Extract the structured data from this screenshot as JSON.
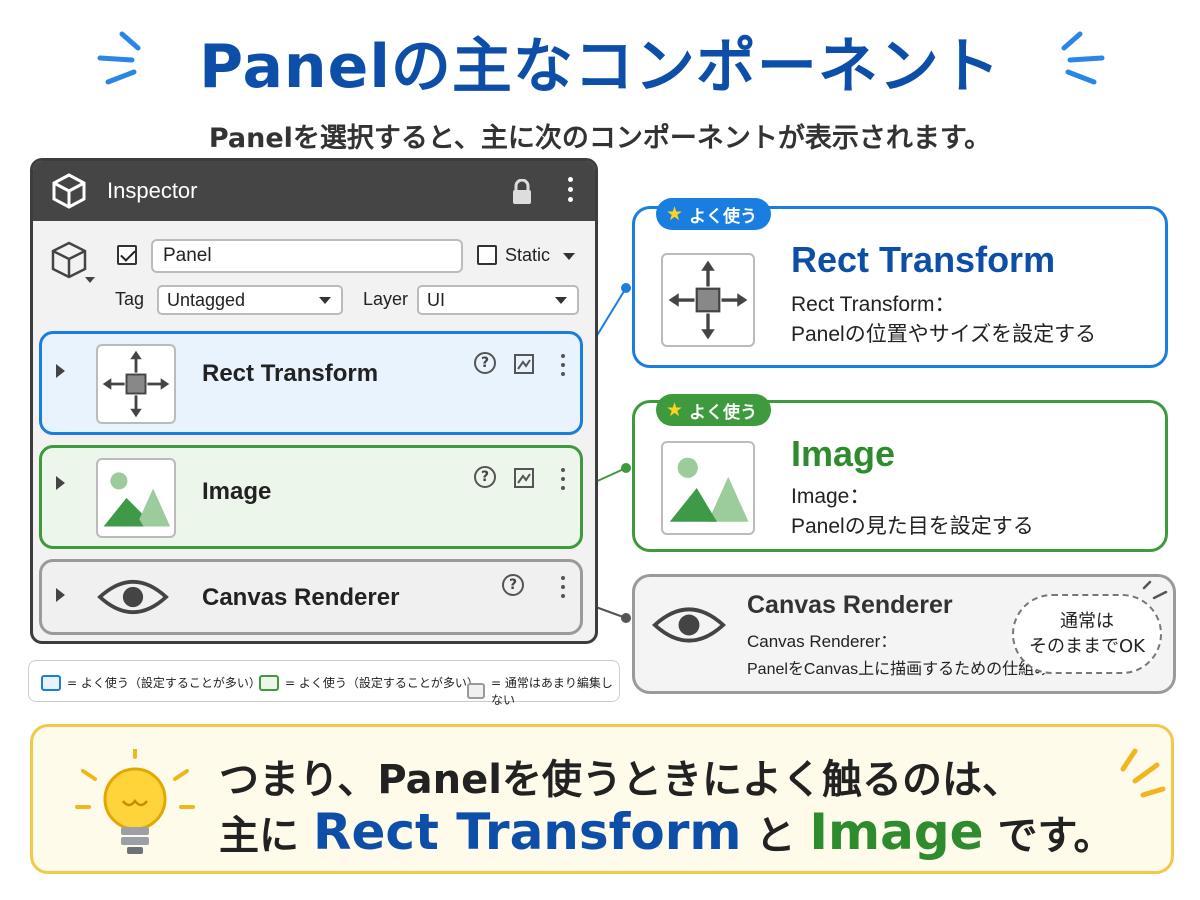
{
  "header": {
    "title": "Panelの主なコンポーネント",
    "subtitle": "Panelを選択すると、主に次のコンポーネントが表示されます。"
  },
  "inspector": {
    "title": "Inspector",
    "object_name": "Panel",
    "active_checked": true,
    "static_label": "Static",
    "static_checked": false,
    "tag_label": "Tag",
    "tag_value": "Untagged",
    "layer_label": "Layer",
    "layer_value": "UI",
    "components": [
      {
        "name": "Rect Transform"
      },
      {
        "name": "Image"
      },
      {
        "name": "Canvas Renderer"
      }
    ],
    "help_glyph": "?"
  },
  "legend": {
    "blue": "= よく使う（設定することが多い）",
    "green": "= よく使う（設定することが多い）",
    "gray": "= 通常はあまり編集しない"
  },
  "callouts": {
    "rect": {
      "badge": "よく使う",
      "title": "Rect Transform",
      "desc_line1": "Rect Transform：",
      "desc_line2": "Panelの位置やサイズを設定する"
    },
    "image": {
      "badge": "よく使う",
      "title": "Image",
      "desc_line1": "Image：",
      "desc_line2": "Panelの見た目を設定する"
    },
    "canvas": {
      "title": "Canvas Renderer",
      "desc_line1": "Canvas Renderer：",
      "desc_line2": "PanelをCanvas上に描画するための仕組み",
      "note_line1": "通常は",
      "note_line2": "そのままでOK"
    }
  },
  "summary": {
    "line1": "つまり、Panelを使うときによく触るのは、",
    "line2_prefix": "主に",
    "line2_rect": "Rect Transform",
    "line2_and": "と",
    "line2_image": "Image",
    "line2_suffix": "です。"
  },
  "colors": {
    "title_blue": "#0d4fa8",
    "accent_blue": "#1a7ee0",
    "accent_green": "#3d9a3d",
    "neutral_gray": "#9a9a9a",
    "summary_yellow": "#f2c84b"
  }
}
